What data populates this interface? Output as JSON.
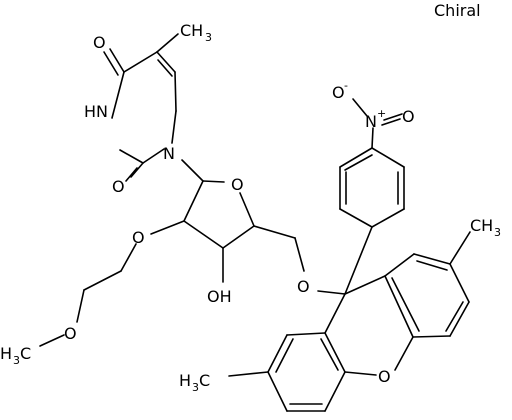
{
  "stereo_label": "Chiral",
  "atoms": {
    "oxo_top": "O",
    "imide_nh": "HN",
    "oxo_bottom": "O",
    "ring_n": "N",
    "methyl_top": "CH",
    "methyl_top_sub": "3",
    "furanose_o": "O",
    "ether_o": "O",
    "hydroxyl": "OH",
    "trityl_o": "O",
    "methoxy_o": "O",
    "methoxy_c": "H",
    "methoxy_sub": "3",
    "methoxy_c2": "C",
    "nitro_n": "N",
    "nitro_plus": "+",
    "nitro_o1": "O",
    "nitro_minus": "-",
    "nitro_o2": "O",
    "methyl_right": "CH",
    "methyl_right_sub": "3",
    "methyl_left": "H",
    "methyl_left_sub": "3",
    "methyl_left_c": "C",
    "xanthene_o": "O"
  }
}
